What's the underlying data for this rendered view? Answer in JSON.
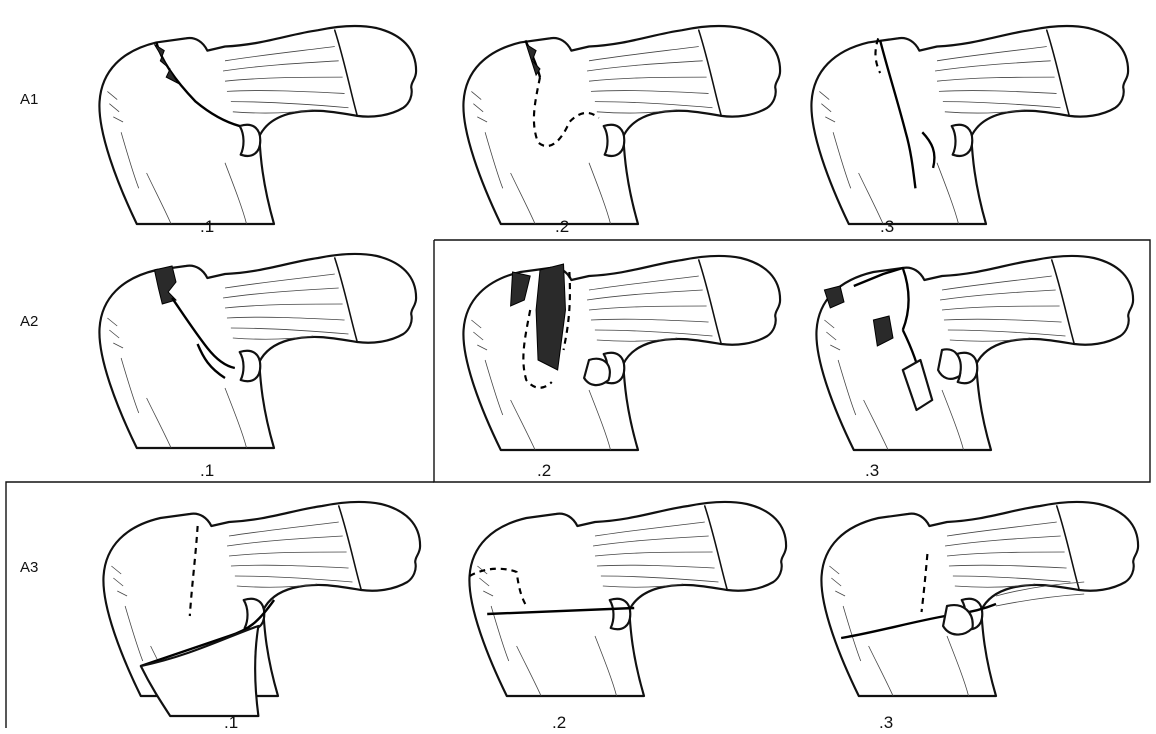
{
  "rows": [
    {
      "label": "A1",
      "panels": [
        ".1",
        ".2",
        ".3"
      ]
    },
    {
      "label": "A2",
      "panels": [
        ".1",
        ".2",
        ".3"
      ]
    },
    {
      "label": "A3",
      "panels": [
        ".1",
        ".2",
        ".3"
      ]
    }
  ]
}
